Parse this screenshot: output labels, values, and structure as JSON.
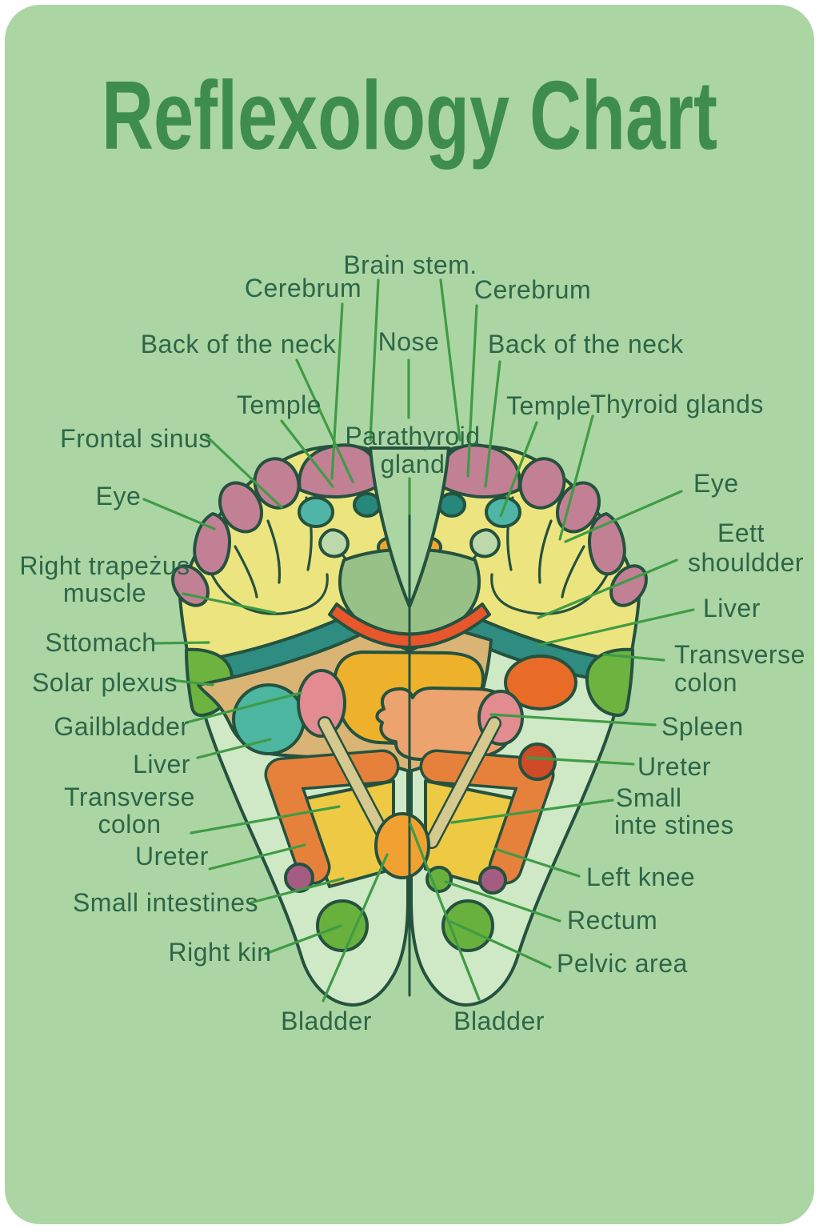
{
  "title": "Reflexology Chart",
  "palette": {
    "page": "#ffffff",
    "background": "#abd5a3",
    "title_color": "#3e8d4e",
    "label_text": "#2d6647",
    "leader_line": "#3f9b45",
    "outline": "#24523f",
    "sole": "#cfe8c5",
    "ball": "#ece47e",
    "toes": "#c28095",
    "diaphragm_band": "#2e8c80",
    "teal_dark": "#27877b",
    "teal_light": "#4fb5a7",
    "teardrop_pale": "#bdd8aa",
    "orange_spot": "#f2a52e",
    "arch_tan": "#d9b475",
    "sage": "#97c187",
    "crescent": "#e8572b",
    "stomach_zone": "#eeb12b",
    "salmon_zone": "#eda36d",
    "pink_zone": "#e28b90",
    "teal_oval": "#4cb6a0",
    "lime": "#6db33f",
    "colon": "#e5813a",
    "intestine": "#eec943",
    "ureter_strip": "#d5c98f",
    "purple": "#a55c82",
    "kidney_green": "#69b13d",
    "bladder": "#f0a132",
    "liver_orange": "#e96b28",
    "red_knob": "#cf4b28"
  },
  "labels": {
    "brain_stem": "Brain stem.",
    "cerebrum_left": "Cerebrum",
    "cerebrum_right": "Cerebrum",
    "back_of_neck_left": "Back of the neck",
    "nose": "Nose",
    "back_of_neck_right": "Back of the neck",
    "temple_left": "Temple",
    "temple_right": "Temple",
    "thyroid_glands": "Thyroid glands",
    "frontal_sinus": "Frontal sinus",
    "parathyroid_gland": [
      "Parathyroid",
      "gland"
    ],
    "eye_left": "Eye",
    "eye_right": "Eye",
    "right_trapezius_muscle": [
      "Right trapeżus",
      "muscle"
    ],
    "left_shoulder": [
      "Eett",
      "shouldder"
    ],
    "liver_right": "Liver",
    "stomach": "Sttomach",
    "transverse_colon_right": [
      "Transverse",
      "colon"
    ],
    "solar_plexus": "Solar plexus",
    "gallbladder": "Gailbladder",
    "spleen": "Spleen",
    "liver_left": "Liver",
    "ureter_right": "Ureter",
    "transverse_colon_left": [
      "Transverse",
      "colon"
    ],
    "small_intestines_right": [
      "Small",
      "inte stines"
    ],
    "ureter_left": "Ureter",
    "left_knee": "Left knee",
    "small_intestines_left": "Small intestines",
    "rectum": "Rectum",
    "right_kidney": "Right kin",
    "pelvic_area": "Pelvic area",
    "bladder_left": "Bladder",
    "bladder_right": "Bladder"
  }
}
